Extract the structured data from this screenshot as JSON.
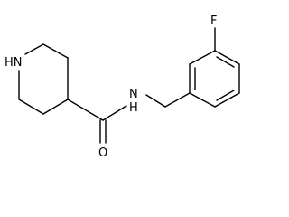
{
  "molecule": {
    "atoms": {
      "ring_nitrogen": "N",
      "ring_nitrogen_hydrogen": "H",
      "amide_nitrogen": "N",
      "amide_nitrogen_hydrogen": "H",
      "carbonyl_oxygen": "O",
      "fluorine": "F"
    }
  },
  "colors": {
    "bond": "#000000",
    "text": "#000000",
    "background": "#ffffff"
  }
}
